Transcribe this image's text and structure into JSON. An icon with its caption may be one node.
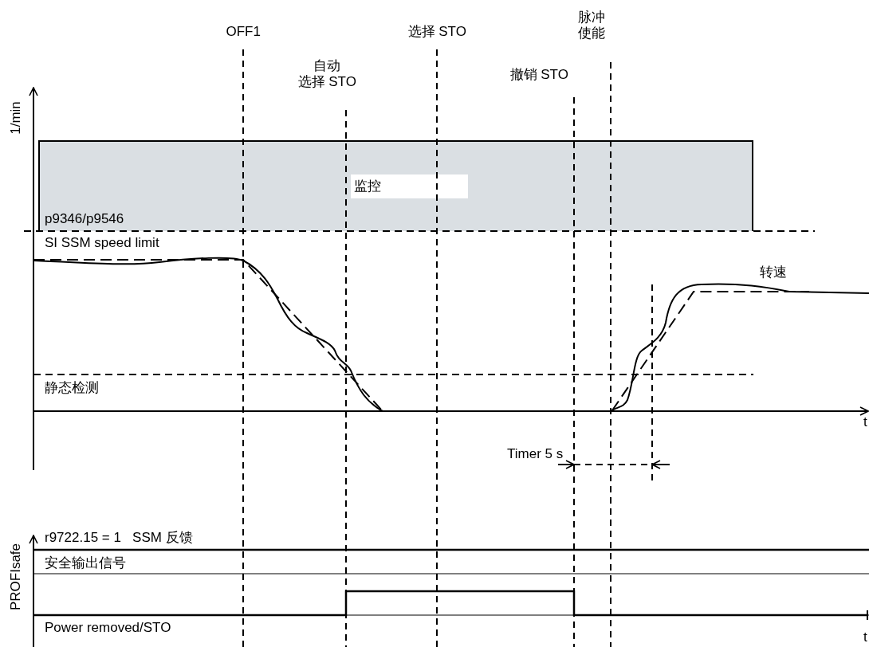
{
  "diagram": {
    "nodes": [
      {
        "text": [
          "监控",
          "p9346/p9546"
        ]
      }
    ],
    "labels": [
      "OFF1",
      "选择 STO",
      "脉冲使能",
      "自动选择 STO",
      "1/min",
      "撤销 STO",
      "SI SSM speed limit",
      "转速",
      "静态检测",
      "t",
      "Timer 5 s",
      "r9722.15 = 1   SSM 反馈",
      "安全输出信号",
      "PROFIsafe",
      "Power removed/STO",
      "t"
    ]
  }
}
